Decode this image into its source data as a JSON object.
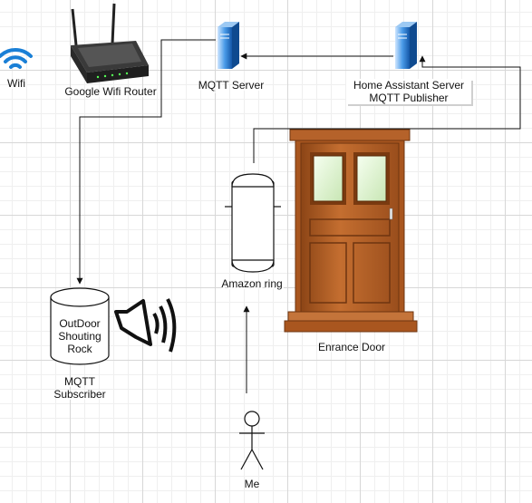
{
  "nodes": {
    "wifi": {
      "label": "Wifi",
      "icon": "wifi-icon"
    },
    "router": {
      "label": "Google Wifi Router",
      "icon": "router-icon"
    },
    "mqtt_server": {
      "label": "MQTT Server",
      "icon": "server-icon"
    },
    "ha_server": {
      "label": "Home Assistant Server\nMQTT Publisher",
      "icon": "server-icon"
    },
    "amazon_ring": {
      "label": "Amazon ring",
      "icon": "cylinder-tank-icon"
    },
    "door": {
      "label": "Enrance Door",
      "icon": "door-icon"
    },
    "rock": {
      "label": "OutDoor\nShouting\nRock",
      "caption": "MQTT\nSubscriber",
      "icon": "database-cylinder-icon"
    },
    "speaker": {
      "icon": "speaker-icon"
    },
    "me": {
      "label": "Me",
      "icon": "stick-figure-icon"
    }
  },
  "colors": {
    "server_blue": "#1e6fc8",
    "door_brown": "#b5622a",
    "line": "#111111"
  }
}
